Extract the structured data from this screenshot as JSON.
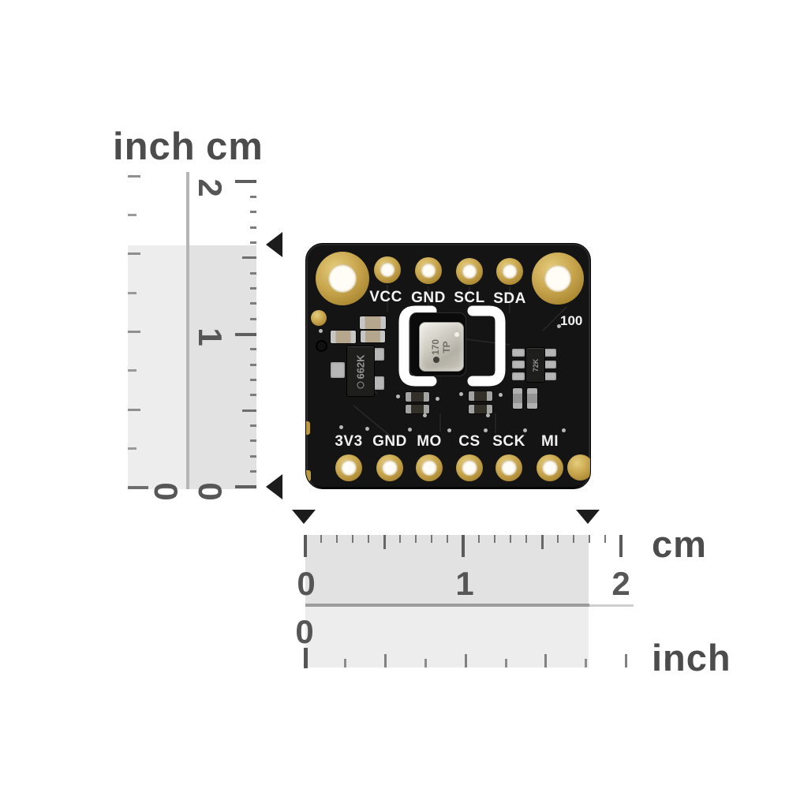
{
  "vertical_ruler": {
    "unit_left": "inch",
    "unit_right": "cm",
    "cm_labels": [
      "2",
      "1",
      "0"
    ],
    "inch_labels": [
      "0"
    ]
  },
  "horizontal_ruler": {
    "unit_top": "cm",
    "unit_bottom": "inch",
    "cm_labels": [
      "0",
      "1",
      "2"
    ],
    "inch_labels": [
      "0"
    ]
  },
  "board": {
    "top_pins": [
      "VCC",
      "GND",
      "SCL",
      "SDA"
    ],
    "bottom_pins": [
      "3V3",
      "GND",
      "MO",
      "CS",
      "SCK",
      "MI"
    ],
    "silkscreen_marking": "100",
    "regulator_marking": "662K",
    "ic_marking": "72K",
    "sensor_marking_line1": "170",
    "sensor_marking_line2": "TP"
  },
  "colors": {
    "gold": "#c8a64e",
    "board_black": "#141414",
    "silkscreen_white": "#ffffff",
    "sensor_metal": "#c9c6be",
    "arrow_black": "#1c1c1c",
    "band_light": "#ededed",
    "band_dark": "#e2e2e2",
    "tick_gray": "#5f5f5f",
    "label_gray": "#4c4c4c"
  }
}
